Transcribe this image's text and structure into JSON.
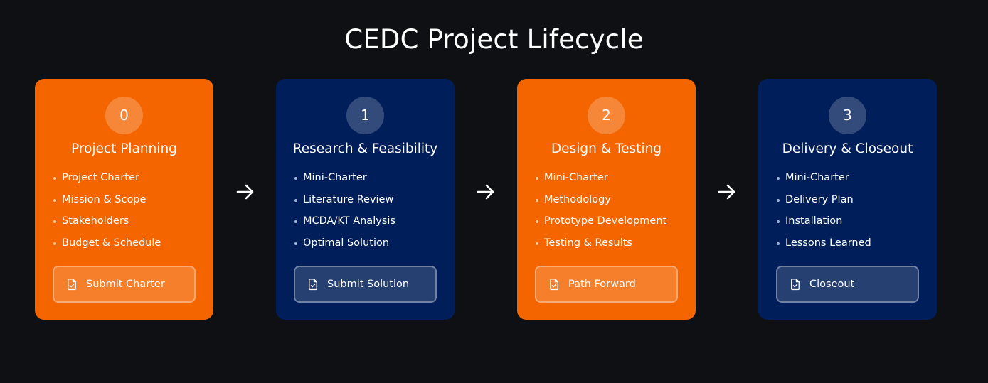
{
  "page": {
    "title": "CEDC Project Lifecycle"
  },
  "stages": [
    {
      "number": "0",
      "title": "Project Planning",
      "color": "#f46500",
      "items": [
        "Project Charter",
        "Mission & Scope",
        "Stakeholders",
        "Budget & Schedule"
      ],
      "action_label": "Submit Charter",
      "action_icon": "document-check-icon"
    },
    {
      "number": "1",
      "title": "Research & Feasibility",
      "color": "#001f5a",
      "items": [
        "Mini-Charter",
        "Literature Review",
        "MCDA/KT Analysis",
        "Optimal Solution"
      ],
      "action_label": "Submit Solution",
      "action_icon": "document-check-icon"
    },
    {
      "number": "2",
      "title": "Design & Testing",
      "color": "#f46500",
      "items": [
        "Mini-Charter",
        "Methodology",
        "Prototype Development",
        "Testing & Results"
      ],
      "action_label": "Path Forward",
      "action_icon": "document-check-icon"
    },
    {
      "number": "3",
      "title": "Delivery & Closeout",
      "color": "#001f5a",
      "items": [
        "Mini-Charter",
        "Delivery Plan",
        "Installation",
        "Lessons Learned"
      ],
      "action_label": "Closeout",
      "action_icon": "document-check-icon"
    }
  ],
  "connector_icon": "arrow-right-icon",
  "colors": {
    "background": "#0f1014",
    "accent_orange": "#f46500",
    "accent_navy": "#001f5a",
    "text": "#ffffff"
  }
}
